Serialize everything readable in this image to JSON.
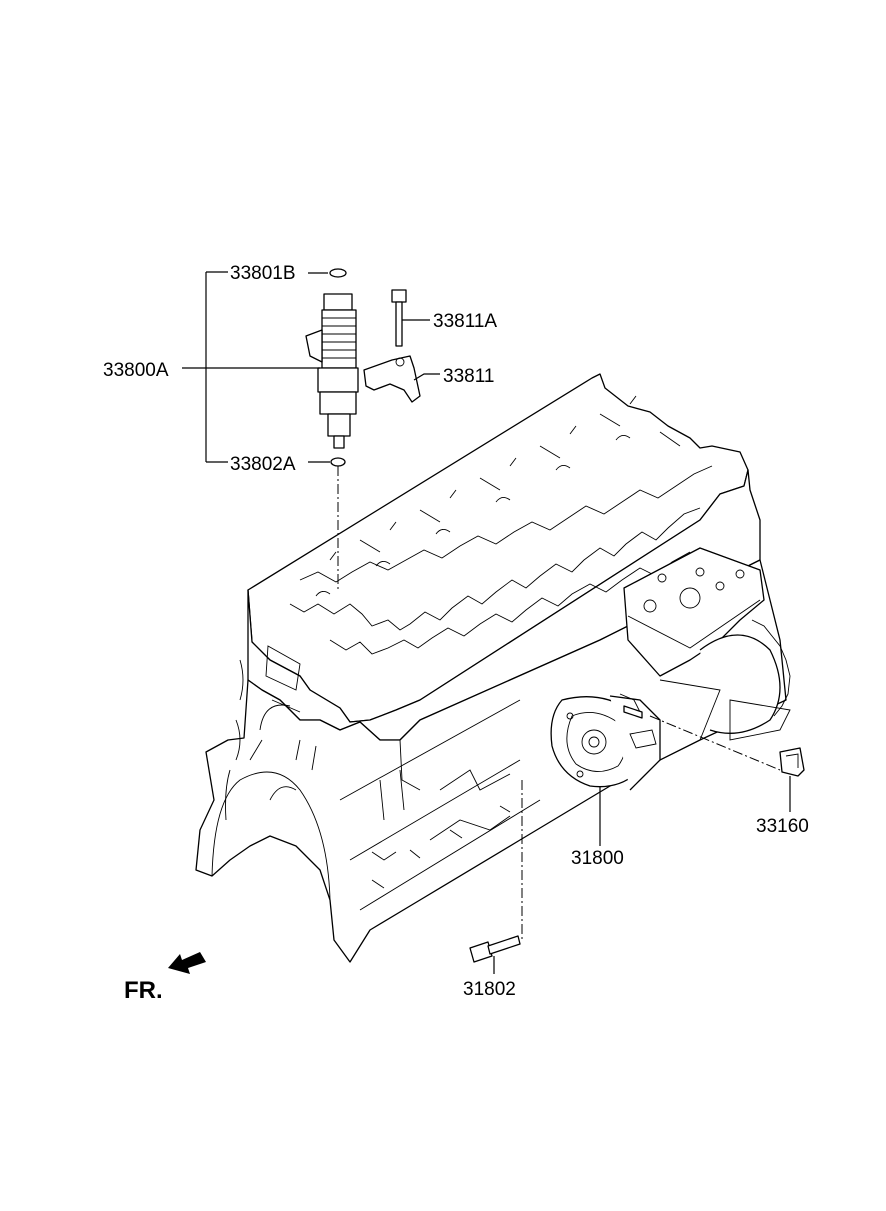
{
  "labels": {
    "p33801B": "33801B",
    "p33811A": "33811A",
    "p33800A": "33800A",
    "p33811": "33811",
    "p33802A": "33802A",
    "p33160": "33160",
    "p31800": "31800",
    "p31802": "31802"
  },
  "direction": {
    "text": "FR."
  }
}
